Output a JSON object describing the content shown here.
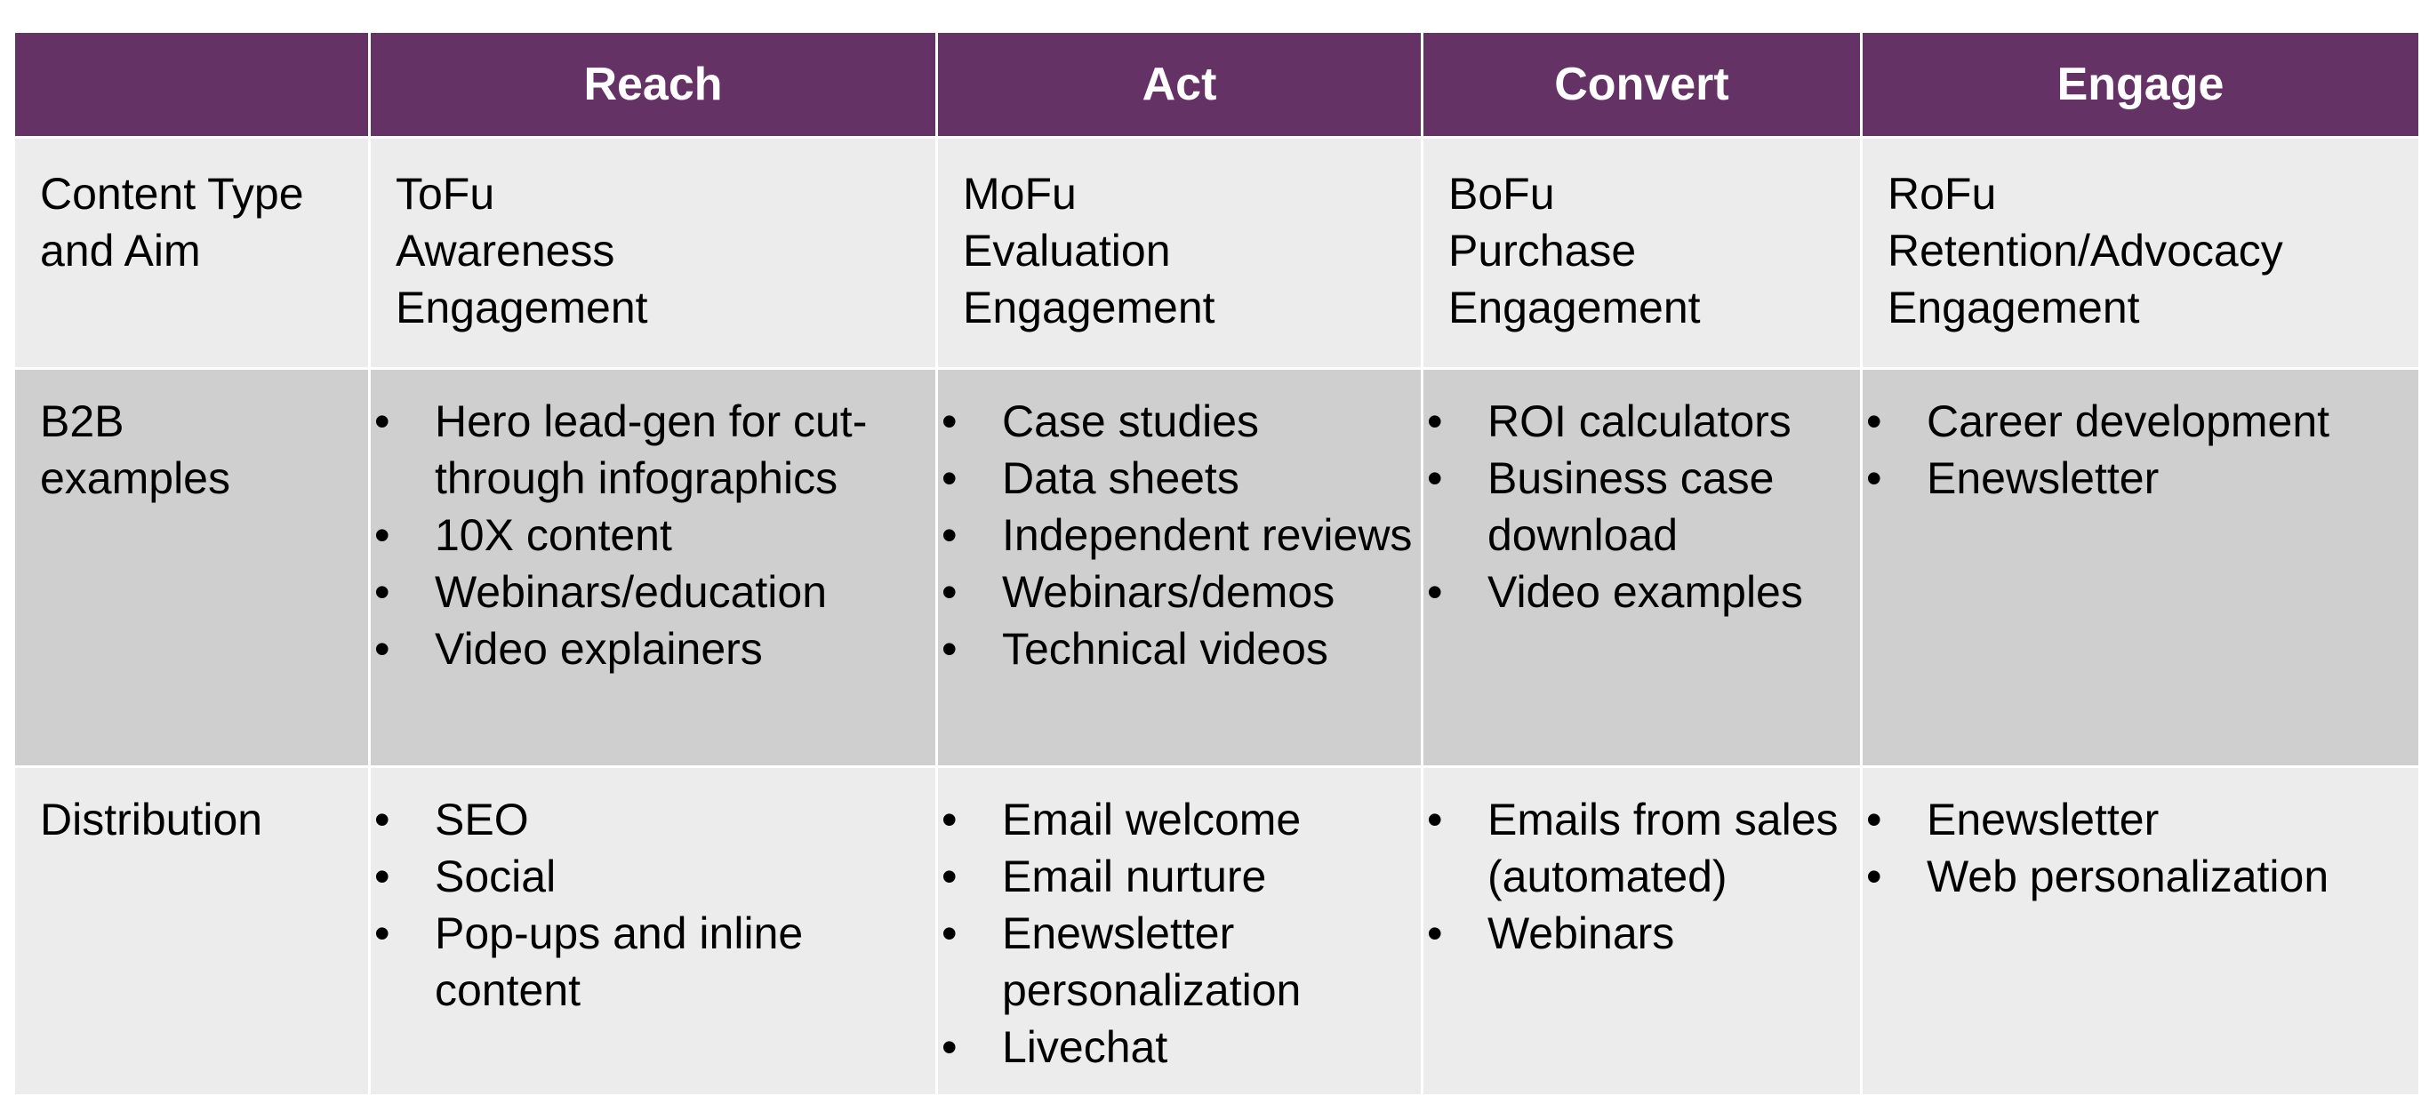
{
  "colors": {
    "header_bg": "#653266",
    "header_text": "#ffffff",
    "row_light": "#ececec",
    "row_dark": "#cfcfcf"
  },
  "bullet_glyph": "•",
  "table": {
    "header": [
      "",
      "Reach",
      "Act",
      "Convert",
      "Engage"
    ],
    "content_row": {
      "label": "Content Type and Aim",
      "cells": [
        [
          "ToFu",
          "Awareness",
          "Engagement"
        ],
        [
          "MoFu",
          "Evaluation",
          "Engagement"
        ],
        [
          "BoFu",
          "Purchase",
          "Engagement"
        ],
        [
          "RoFu",
          "Retention/Advocacy",
          "Engagement"
        ]
      ]
    },
    "b2b_row": {
      "label": "B2B examples",
      "cells": [
        [
          "Hero lead-gen for cut-through infographics",
          "10X content",
          "Webinars/education",
          "Video explainers"
        ],
        [
          "Case studies",
          "Data sheets",
          "Independent reviews",
          "Webinars/demos",
          "Technical videos"
        ],
        [
          "ROI calculators",
          "Business case download",
          "Video examples"
        ],
        [
          "Career development",
          "Enewsletter"
        ]
      ]
    },
    "distribution_row": {
      "label": "Distribution",
      "cells": [
        [
          "SEO",
          "Social",
          "Pop-ups and inline content"
        ],
        [
          "Email welcome",
          "Email nurture",
          "Enewsletter personalization",
          "Livechat"
        ],
        [
          "Emails from sales (automated)",
          "Webinars"
        ],
        [
          "Enewsletter",
          "Web personalization"
        ]
      ]
    }
  }
}
